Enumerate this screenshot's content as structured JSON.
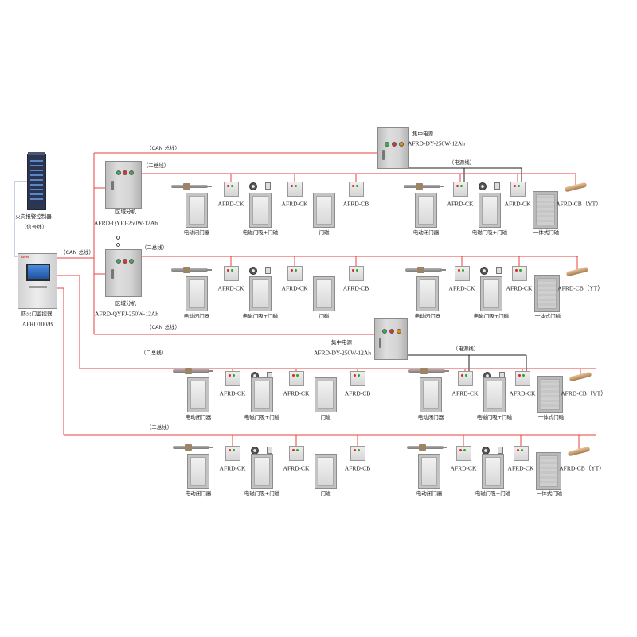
{
  "diagram": {
    "fire_alarm_controller": {
      "label": "火灾报警控制器",
      "line_label": "（信号线）"
    },
    "monitor": {
      "logo": "Acrel",
      "label": "防火门监控器",
      "model": "AFRD100/B"
    },
    "can_bus_labels": [
      "（CAN 总线）",
      "（CAN 总线）",
      "（CAN 总线）"
    ],
    "area_units": [
      {
        "label": "区域分机",
        "model": "AFRD-QYFJ-250W-12Ah"
      },
      {
        "label": "区域分机",
        "model": "AFRD-QYFJ-250W-12Ah"
      }
    ],
    "power_supplies": [
      {
        "label": "集中电源",
        "model": "AFRD-DY-250W-12Ah",
        "line_label": "（电源线）"
      },
      {
        "label": "集中电源",
        "model": "AFRD-DY-250W-12Ah",
        "line_label": "（电源线）"
      }
    ],
    "rows": [
      {
        "bus_label": "（二总线）",
        "modules": [
          "AFRD-CK",
          "AFRD-CK",
          "AFRD-CB",
          "AFRD-CK",
          "AFRD-CK",
          "AFRD-CB（YT）"
        ],
        "devices": [
          "电动闭门器",
          "电磁门吸+门磁",
          "门磁",
          "电动闭门器",
          "电磁门吸+门磁",
          "一体式门磁"
        ]
      },
      {
        "bus_label": "（二总线）",
        "modules": [
          "AFRD-CK",
          "AFRD-CK",
          "AFRD-CB",
          "AFRD-CK",
          "AFRD-CK",
          "AFRD-CB（YT）"
        ],
        "devices": [
          "电动闭门器",
          "电磁门吸+门磁",
          "门磁",
          "电动闭门器",
          "电磁门吸+门磁",
          "一体式门磁"
        ]
      },
      {
        "bus_label": "（二总线）",
        "modules": [
          "AFRD-CK",
          "AFRD-CK",
          "AFRD-CB",
          "AFRD-CK",
          "AFRD-CK",
          "AFRD-CB（YT）"
        ],
        "devices": [
          "电动闭门器",
          "电磁门吸+门磁",
          "门磁",
          "电动闭门器",
          "电磁门吸+门磁",
          "一体式门磁"
        ]
      },
      {
        "bus_label": "（二总线）",
        "modules": [
          "AFRD-CK",
          "AFRD-CK",
          "AFRD-CB",
          "AFRD-CK",
          "AFRD-CK",
          "AFRD-CB（YT）"
        ],
        "devices": [
          "电动闭门器",
          "电磁门吸+门磁",
          "门磁",
          "电动闭门器",
          "电磁门吸+门磁",
          "一体式门磁"
        ]
      }
    ]
  },
  "colors": {
    "bus_line": "#e8413c",
    "power_line": "#1c1c1c",
    "signal_line": "#8ea3c4",
    "indicator_green": "#37b24d",
    "indicator_red": "#e03131",
    "indicator_orange": "#f08c00"
  }
}
